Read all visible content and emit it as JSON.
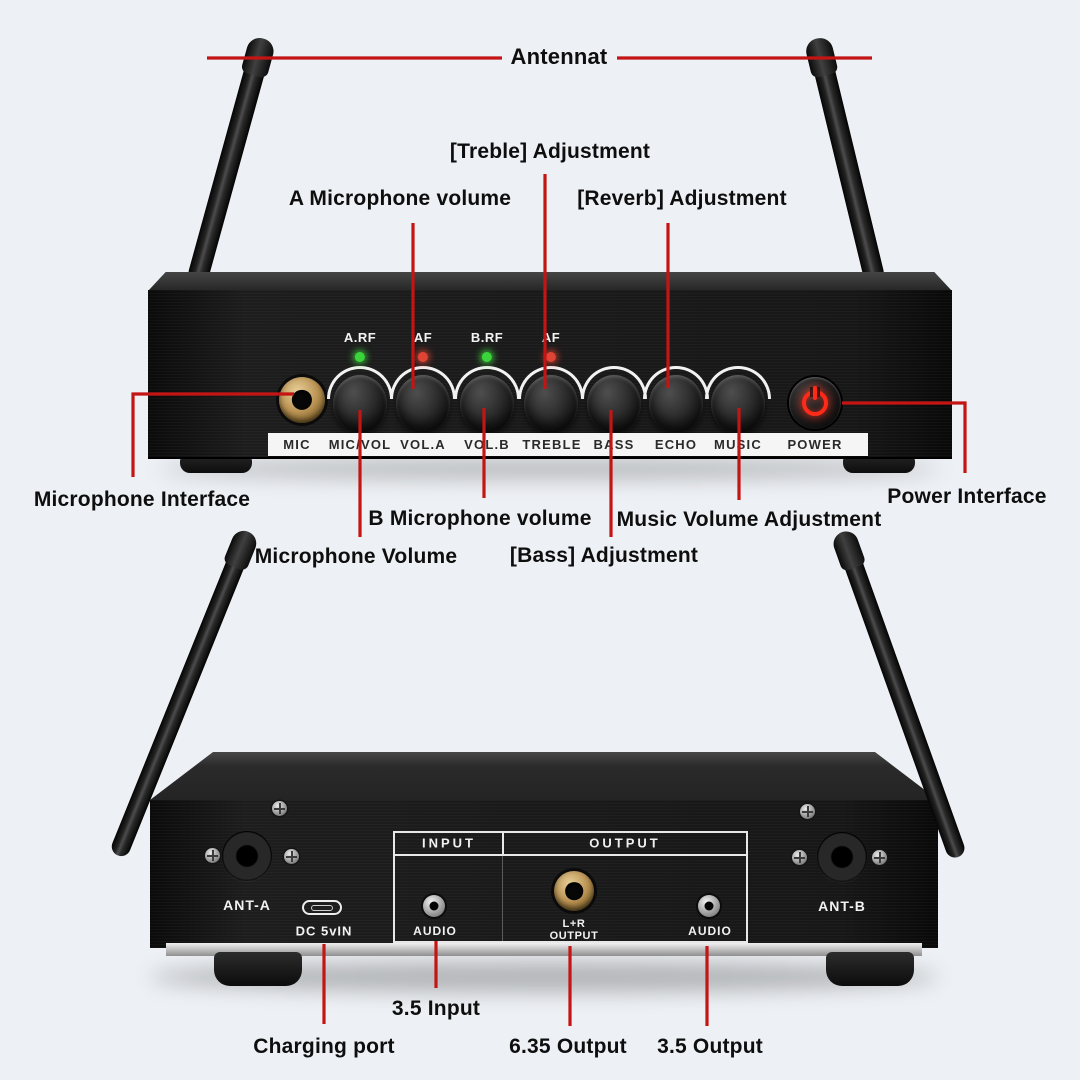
{
  "colors": {
    "background": "#edf0f4",
    "arrow": "#c41414",
    "device_black": "#161616",
    "led_green": "#3bd43b",
    "led_red": "#e04434",
    "gold_jack": "#c2a05c"
  },
  "front_view": {
    "annotations": {
      "antenna": "Antennat",
      "treble": "[Treble] Adjustment",
      "a_mic_volume": "A Microphone volume",
      "reverb": "[Reverb] Adjustment",
      "mic_interface": "Microphone Interface",
      "power_interface": "Power Interface",
      "b_mic_volume": "B Microphone volume",
      "music_volume": "Music Volume Adjustment",
      "mic_volume": "Microphone Volume",
      "bass": "[Bass] Adjustment"
    },
    "indicators": [
      "A.RF",
      "AF",
      "B.RF",
      "AF"
    ],
    "panel_labels": [
      "MIC",
      "MIC/VOL",
      "VOL.A",
      "VOL.B",
      "TREBLE",
      "BASS",
      "ECHO",
      "MUSIC",
      "POWER"
    ]
  },
  "back_view": {
    "antenna_a": "ANT-A",
    "antenna_b": "ANT-B",
    "dc_port": "DC 5vIN",
    "io_panel": {
      "input_header": "INPUT",
      "output_header": "OUTPUT",
      "audio_in": "AUDIO",
      "lr_output_line1": "L+R",
      "lr_output_line2": "OUTPUT",
      "audio_out": "AUDIO"
    },
    "annotations": {
      "charging_port": "Charging port",
      "input_35": "3.5 Input",
      "output_635": "6.35 Output",
      "output_35": "3.5 Output"
    }
  }
}
